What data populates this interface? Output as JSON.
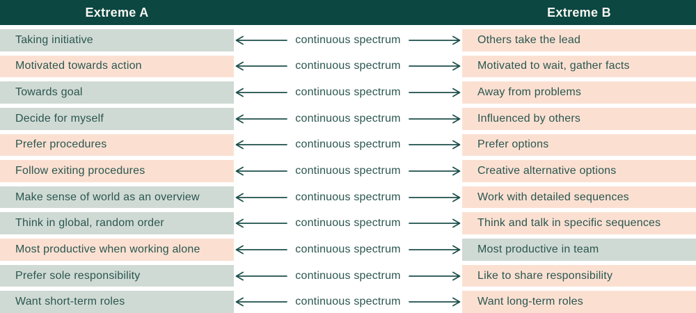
{
  "table": {
    "header_a": "Extreme A",
    "header_b": "Extreme B",
    "spectrum_label": "continuous spectrum",
    "rows": [
      {
        "a": "Taking initiative",
        "a_color": "gray",
        "b": "Others take the lead",
        "b_color": "peach"
      },
      {
        "a": "Motivated towards action",
        "a_color": "peach",
        "b": "Motivated to wait, gather facts",
        "b_color": "peach"
      },
      {
        "a": "Towards goal",
        "a_color": "gray",
        "b": "Away from problems",
        "b_color": "peach"
      },
      {
        "a": "Decide for myself",
        "a_color": "gray",
        "b": "Influenced by others",
        "b_color": "peach"
      },
      {
        "a": "Prefer procedures",
        "a_color": "peach",
        "b": "Prefer options",
        "b_color": "peach"
      },
      {
        "a": "Follow exiting procedures",
        "a_color": "peach",
        "b": "Creative alternative options",
        "b_color": "peach"
      },
      {
        "a": "Make sense of world as an overview",
        "a_color": "gray",
        "b": "Work with detailed sequences",
        "b_color": "peach"
      },
      {
        "a": "Think in global, random order",
        "a_color": "gray",
        "b": "Think and talk in specific sequences",
        "b_color": "peach"
      },
      {
        "a": "Most productive when working alone",
        "a_color": "peach",
        "b": "Most productive in team",
        "b_color": "gray"
      },
      {
        "a": "Prefer sole responsibility",
        "a_color": "gray",
        "b": "Like to share responsibility",
        "b_color": "peach"
      },
      {
        "a": "Want short-term roles",
        "a_color": "gray",
        "b": "Want long-term roles",
        "b_color": "peach"
      }
    ]
  },
  "colors": {
    "header_bg": "#0c4742",
    "header_text": "#f8f6f1",
    "row_gray": "#d0dad4",
    "row_peach": "#fbe0d2",
    "text": "#2a564f",
    "arrow": "#1d4f49"
  }
}
